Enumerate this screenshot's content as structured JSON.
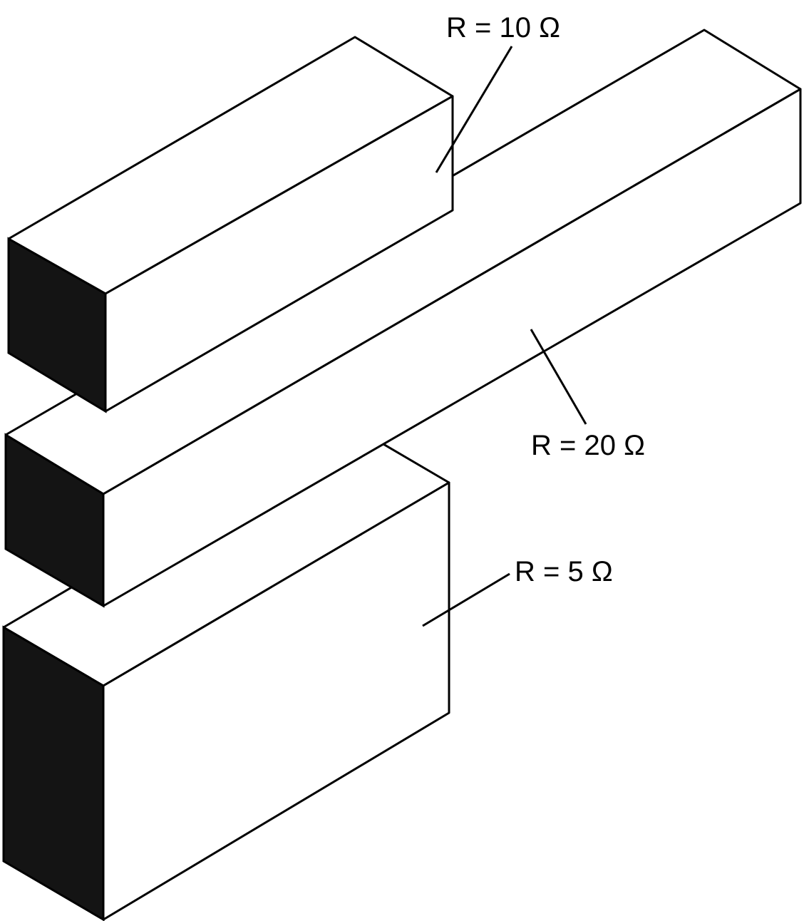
{
  "diagram": {
    "blocks": [
      {
        "id": "top",
        "resistance_label": "R = 10 Ω",
        "resistance_ohms": 10
      },
      {
        "id": "middle",
        "resistance_label": "R = 20 Ω",
        "resistance_ohms": 20
      },
      {
        "id": "bottom",
        "resistance_label": "R = 5 Ω",
        "resistance_ohms": 5
      }
    ],
    "colors": {
      "line": "#000000",
      "shaded_end": "#141414",
      "background": "#ffffff"
    }
  }
}
